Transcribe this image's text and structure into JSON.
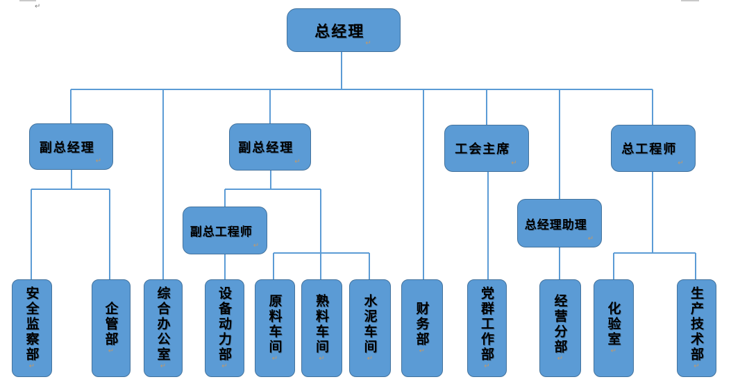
{
  "diagram_type": "org-chart",
  "colors": {
    "box_fill": "#5B9BD5",
    "box_border": "#41719C",
    "connector": "#5B9BD5",
    "text": "#000000",
    "format_mark": "#C09A6B",
    "page_mark": "#7F7F7F"
  },
  "marks": {
    "pilcrow": "↵"
  },
  "nodes": {
    "gm": {
      "label": "总经理"
    },
    "vgm1": {
      "label": "副总经理"
    },
    "vgm2": {
      "label": "副总经理"
    },
    "union_chair": {
      "label": "工会主席"
    },
    "chief_engineer": {
      "label": "总工程师"
    },
    "deputy_chief_engineer": {
      "label": "副总工程师"
    },
    "gm_assistant": {
      "label": "总经理助理"
    },
    "depts": [
      {
        "label": "安全监察部"
      },
      {
        "label": "企管部"
      },
      {
        "label": "综合办公室"
      },
      {
        "label": "设备动力部"
      },
      {
        "label": "原料车间"
      },
      {
        "label": "熟料车间"
      },
      {
        "label": "水泥车间"
      },
      {
        "label": "财务部"
      },
      {
        "label": "党群工作部"
      },
      {
        "label": "经营分部"
      },
      {
        "label": "化验室"
      },
      {
        "label": "生产技术部"
      }
    ]
  },
  "edges": [
    [
      "总经理",
      "副总经理(左)"
    ],
    [
      "总经理",
      "综合办公室"
    ],
    [
      "总经理",
      "副总经理(中)"
    ],
    [
      "总经理",
      "财务部"
    ],
    [
      "总经理",
      "工会主席"
    ],
    [
      "总经理",
      "总经理助理"
    ],
    [
      "总经理",
      "总工程师"
    ],
    [
      "副总经理(左)",
      "安全监察部"
    ],
    [
      "副总经理(左)",
      "企管部"
    ],
    [
      "副总经理(中)",
      "副总工程师"
    ],
    [
      "副总经理(中)",
      "原料车间"
    ],
    [
      "副总经理(中)",
      "熟料车间"
    ],
    [
      "副总经理(中)",
      "水泥车间"
    ],
    [
      "副总工程师",
      "设备动力部"
    ],
    [
      "工会主席",
      "党群工作部"
    ],
    [
      "总经理助理",
      "经营分部"
    ],
    [
      "总工程师",
      "化验室"
    ],
    [
      "总工程师",
      "生产技术部"
    ]
  ]
}
